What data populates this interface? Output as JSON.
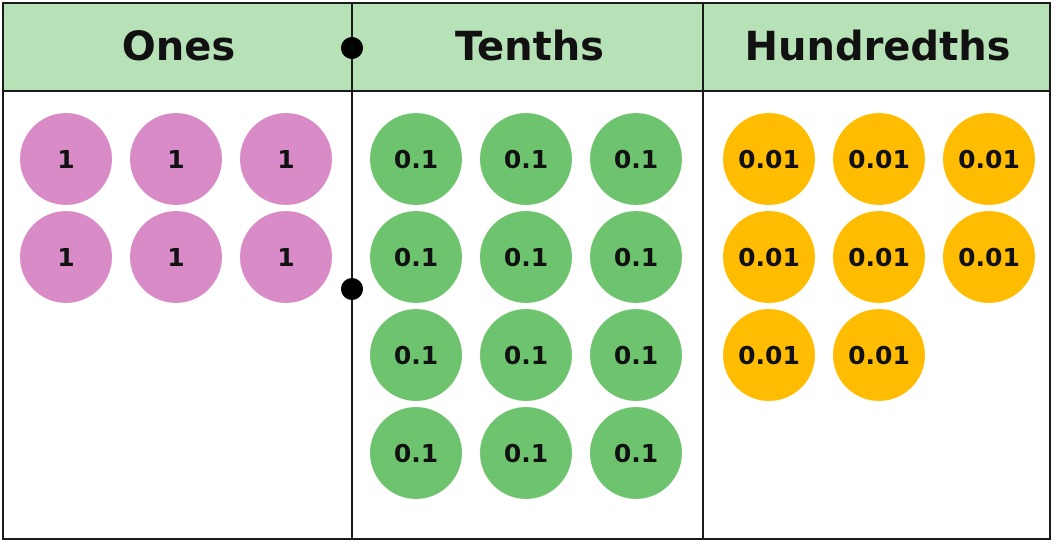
{
  "colors": {
    "header_bg": "#b7e1b7",
    "ones": "#d88bc6",
    "tenths": "#6ec46e",
    "hundredths": "#ffbc00"
  },
  "columns": [
    {
      "name": "ones",
      "title": "Ones",
      "counter_label": "1",
      "count": 6
    },
    {
      "name": "tenths",
      "title": "Tenths",
      "counter_label": "0.1",
      "count": 12
    },
    {
      "name": "hundredths",
      "title": "Hundredths",
      "counter_label": "0.01",
      "count": 8
    }
  ]
}
